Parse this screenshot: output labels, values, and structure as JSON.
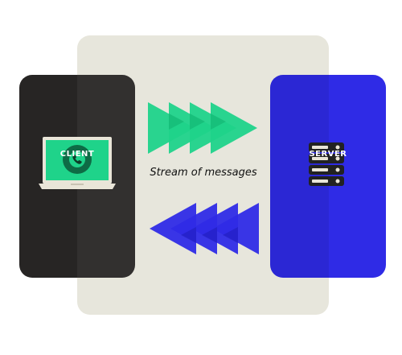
{
  "diagram": {
    "caption": "Stream of messages",
    "client": {
      "label": "CLIENT",
      "icon": "laptop-phone-icon",
      "color": "#272524"
    },
    "server": {
      "label": "SERVER",
      "icon": "server-rack-icon",
      "color": "#2f2be6"
    },
    "outgoing_arrows": {
      "direction": "right",
      "count": 4,
      "color": "#1fd38a"
    },
    "incoming_arrows": {
      "direction": "left",
      "count": 4,
      "color": "#2f2be6"
    },
    "backdrop_color": "#e7e6dc"
  }
}
